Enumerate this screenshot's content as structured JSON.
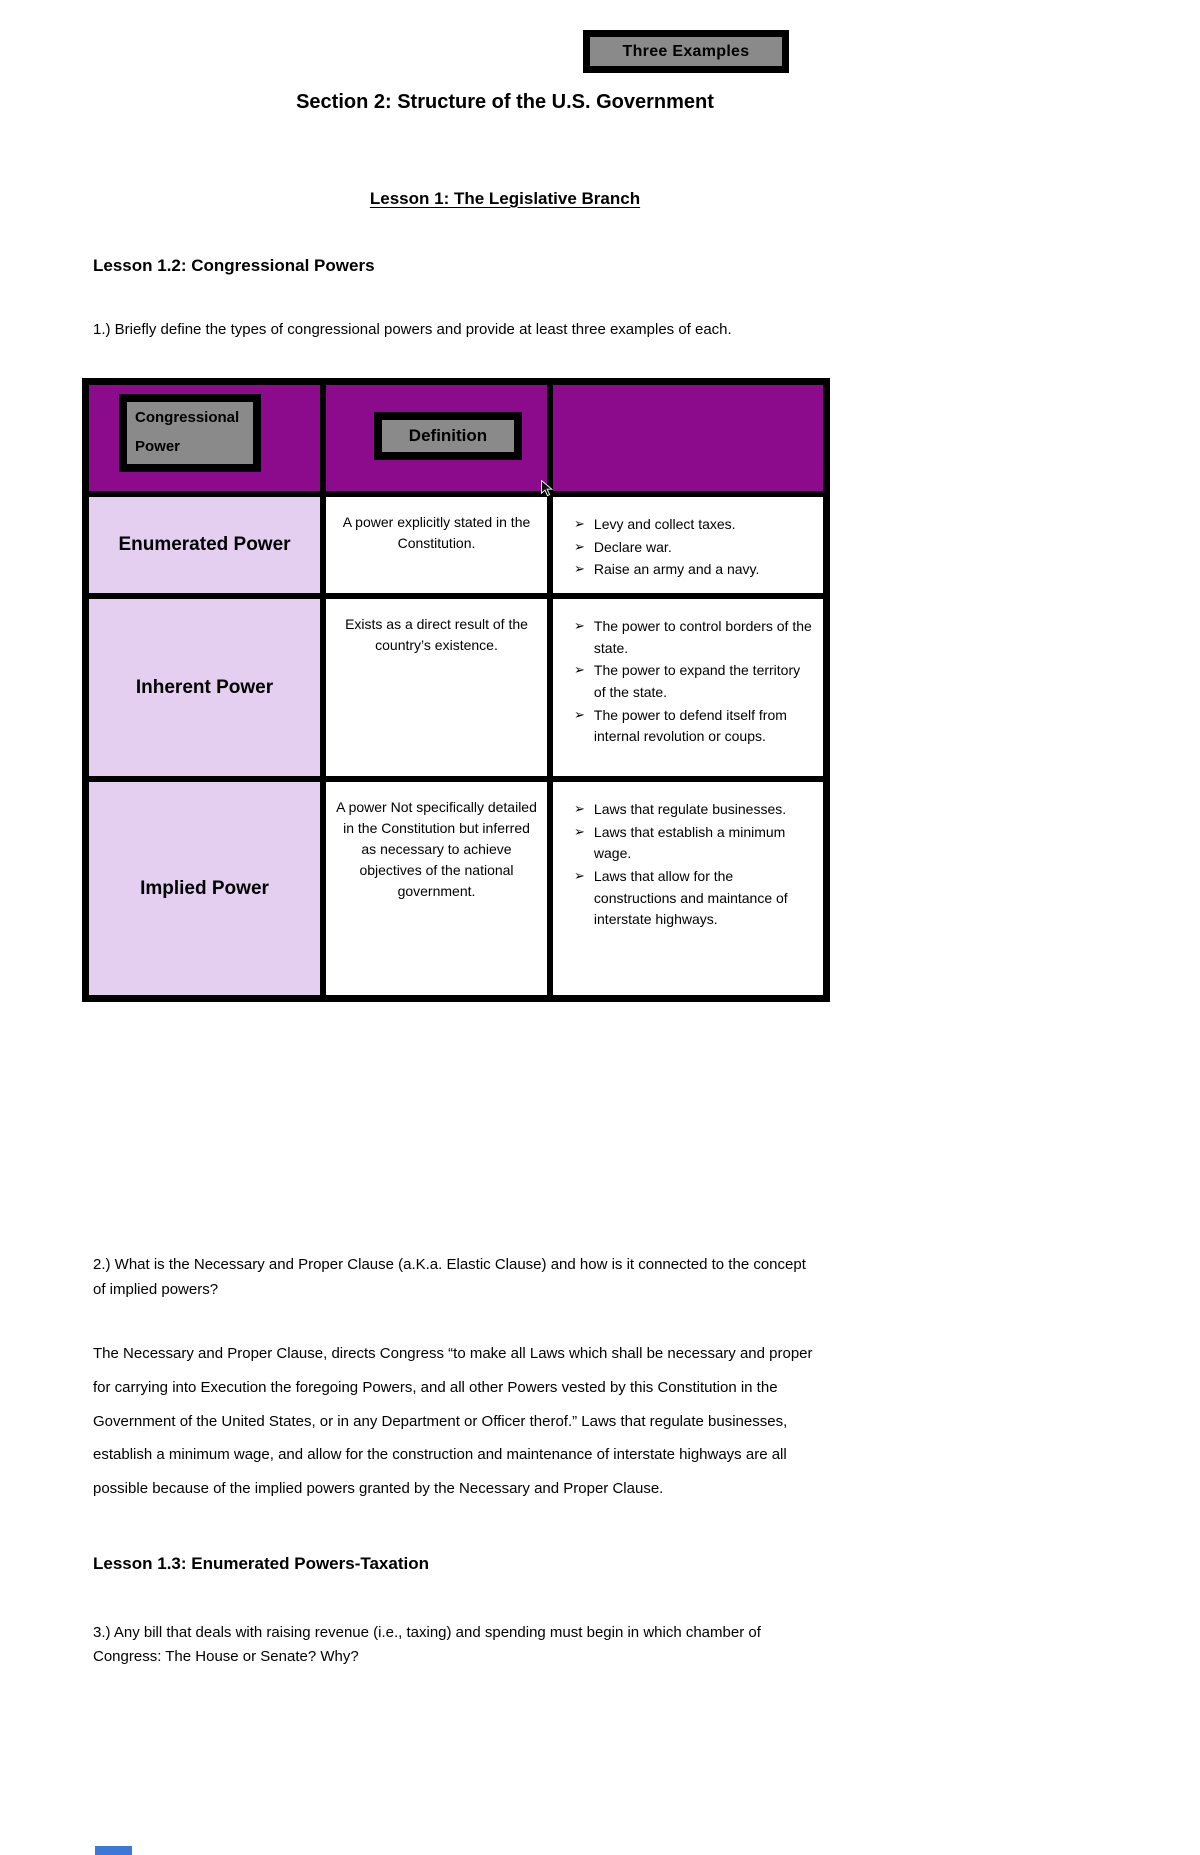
{
  "floating_label": "Three Examples",
  "title": "Section 2: Structure of the U.S. Government",
  "lesson1_heading": "Lesson 1: The Legislative Branch",
  "lesson12_heading": "Lesson 1.2: Congressional Powers",
  "question1": "1.) Briefly define the types of congressional powers and provide at least three examples of each.",
  "table": {
    "col1_header": "Congressional Power",
    "col1_header_lines": [
      "Congressional",
      "Power"
    ],
    "col2_header": "Definition",
    "col3_header": "",
    "bullet_glyph": "➢",
    "rows": [
      {
        "power": "Enumerated Power",
        "definition": "A power explicitly stated in the Constitution.",
        "examples": [
          "Levy and collect taxes.",
          "Declare war.",
          "Raise an army and a navy."
        ]
      },
      {
        "power": "Inherent Power",
        "definition": "Exists as a direct result of the country’s existence.",
        "examples": [
          "The power to control borders of the state.",
          "The power to expand the territory of the state.",
          "The power to defend itself from internal revolution or coups."
        ]
      },
      {
        "power": "Implied Power",
        "definition": "A power Not specifically detailed in the Constitution but inferred as necessary to achieve objectives of the national government.",
        "examples": [
          "Laws that regulate businesses.",
          "Laws that establish a minimum wage.",
          "Laws that allow for the constructions and maintance of interstate highways."
        ]
      }
    ]
  },
  "question2_lines": [
    "2.) What is the Necessary and Proper Clause (a.K.a. Elastic Clause) and how is it connected to the concept",
    "of implied powers?"
  ],
  "answer2_lines": [
    "The Necessary and Proper Clause, directs Congress “to make all Laws which shall be necessary and proper",
    "for carrying into Execution the foregoing Powers, and all other Powers vested by this Constitution in the",
    "Government of the United States, or in any Department or Officer therof.” Laws that regulate businesses,",
    "establish a minimum wage, and allow for the construction and maintenance of interstate highways are all",
    "possible because of the implied powers granted by the Necessary and Proper Clause."
  ],
  "lesson13_heading": "Lesson 1.3: Enumerated Powers-Taxation",
  "question3_lines": [
    "3.) Any bill that deals with raising revenue (i.e., taxing) and spending must begin in which chamber of",
    "Congress: The House or Senate? Why?"
  ],
  "colors": {
    "header_purple": "#8c0a8c",
    "row_lavender": "#e4cff0",
    "box_gray": "#8a8a8a",
    "border_black": "#000000",
    "page_break_blue": "#3c78d8"
  }
}
